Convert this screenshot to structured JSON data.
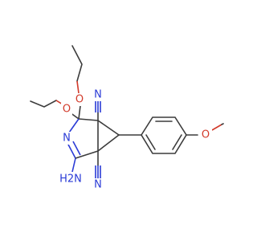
{
  "molecule": {
    "atoms": {
      "o_upper": "O",
      "o_lower": "O",
      "n_ring": "N",
      "nh2": "H2N",
      "n_cn_top": "N",
      "n_cn_bottom": "N",
      "o_methoxy": "O"
    },
    "colors": {
      "bond": "#3c3c3c",
      "oxygen": "#d23a2a",
      "nitrogen": "#2a3bd6"
    }
  }
}
